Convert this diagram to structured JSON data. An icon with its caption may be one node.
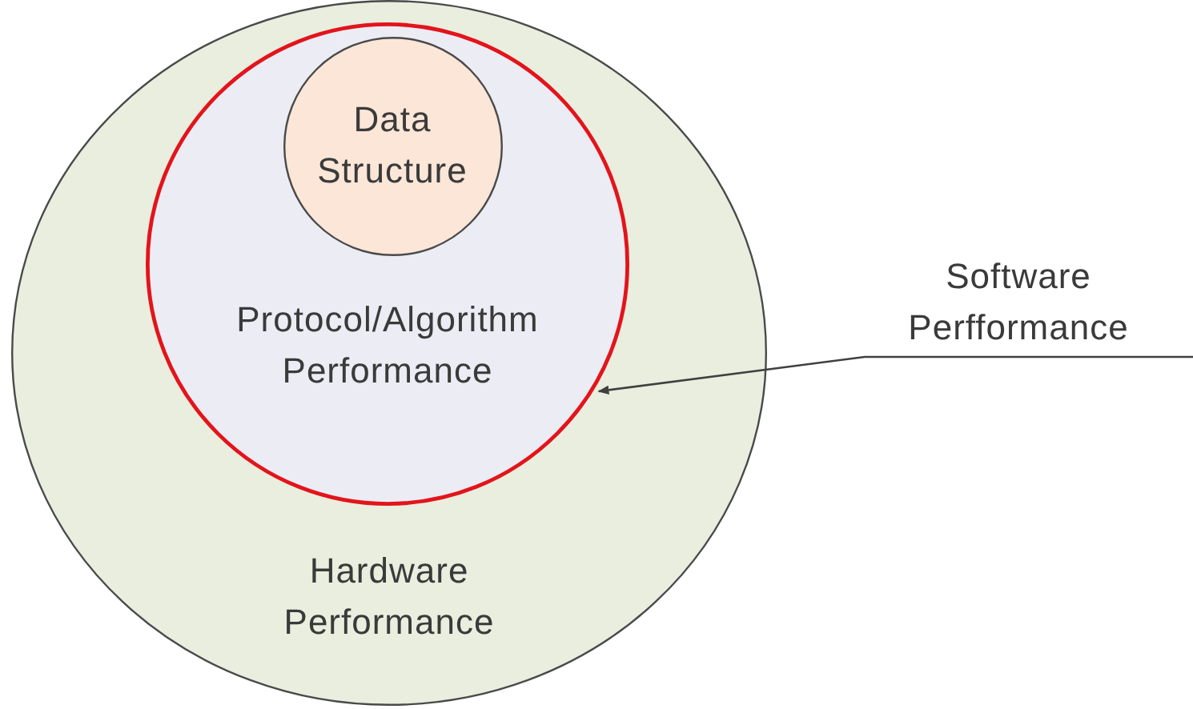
{
  "diagram": {
    "nodes": [
      {
        "text": [
          "Hardware Performance"
        ]
      },
      {
        "text": [
          "Protocol/Algorithm Performance"
        ],
        "in": 0
      },
      {
        "text": [
          "Data Structure"
        ],
        "in": 1
      },
      {
        "text": [
          "Software Perfformance"
        ]
      }
    ],
    "edges": [
      {
        "from": 3,
        "to": 1,
        "arrow": "to"
      }
    ]
  }
}
